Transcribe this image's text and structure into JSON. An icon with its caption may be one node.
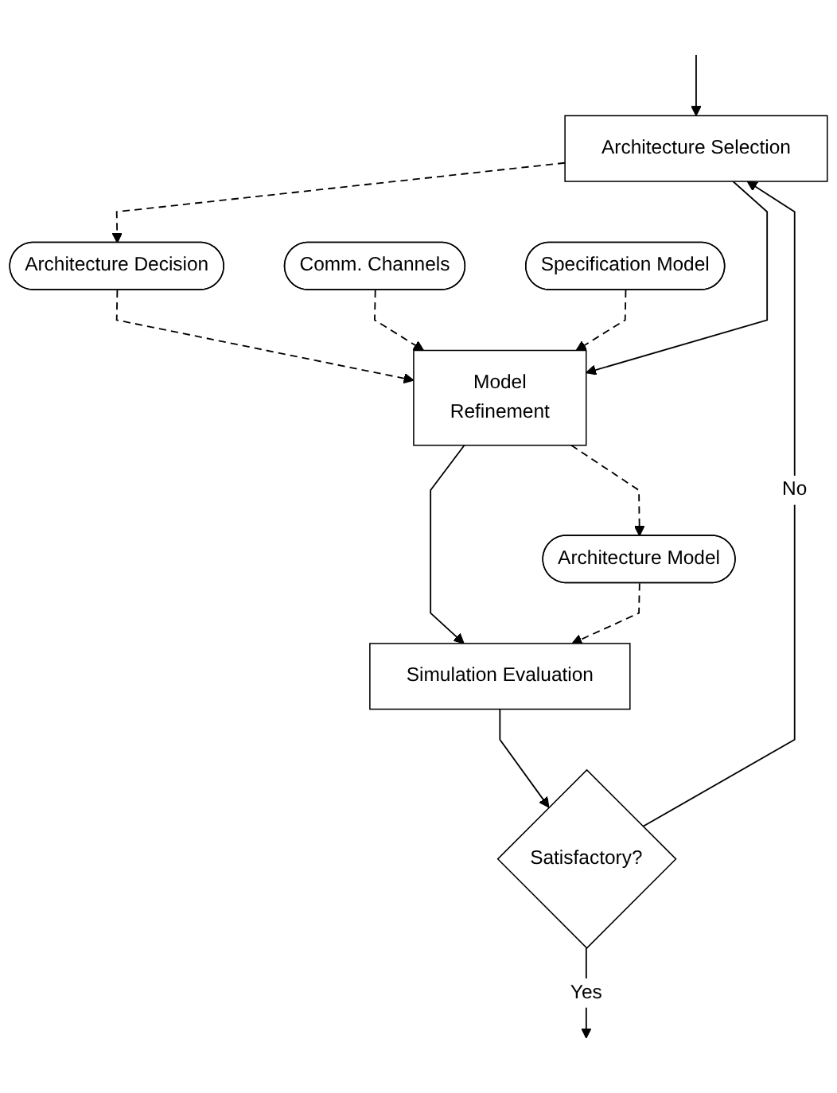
{
  "diagram": {
    "nodes": [
      {
        "text": [
          "Architecture Selection"
        ]
      },
      {
        "text": [
          "Architecture Decision"
        ]
      },
      {
        "text": [
          "Model",
          "Refinement"
        ]
      },
      {
        "text": [
          "Comm. Channels"
        ]
      },
      {
        "text": [
          "Specification Model"
        ]
      },
      {
        "text": [
          "Simulation Evaluation"
        ]
      },
      {
        "text": [
          "Architecture Model"
        ]
      },
      {
        "text": [
          "Satisfactory?"
        ]
      }
    ],
    "edges": [
      {
        "from": null,
        "to": 0,
        "arrow": "to"
      },
      {
        "from": 0,
        "to": 1,
        "arrow": "to",
        "style": "dashed"
      },
      {
        "from": 1,
        "to": 2,
        "arrow": "to",
        "style": "dashed"
      },
      {
        "from": 3,
        "to": 2,
        "arrow": "to",
        "style": "dashed"
      },
      {
        "from": 4,
        "to": 2,
        "arrow": "to",
        "style": "dashed"
      },
      {
        "from": 0,
        "to": 2,
        "arrow": "to"
      },
      {
        "from": 2,
        "to": 6,
        "arrow": "to",
        "style": "dashed"
      },
      {
        "from": 2,
        "to": 5,
        "arrow": "to"
      },
      {
        "from": 6,
        "to": 5,
        "arrow": "to",
        "style": "dashed"
      },
      {
        "from": 5,
        "to": 7,
        "arrow": "to"
      },
      {
        "from": 7,
        "to": 0,
        "arrow": "to",
        "label": "No"
      },
      {
        "from": 7,
        "to": null,
        "arrow": "to",
        "label": "Yes"
      }
    ]
  }
}
